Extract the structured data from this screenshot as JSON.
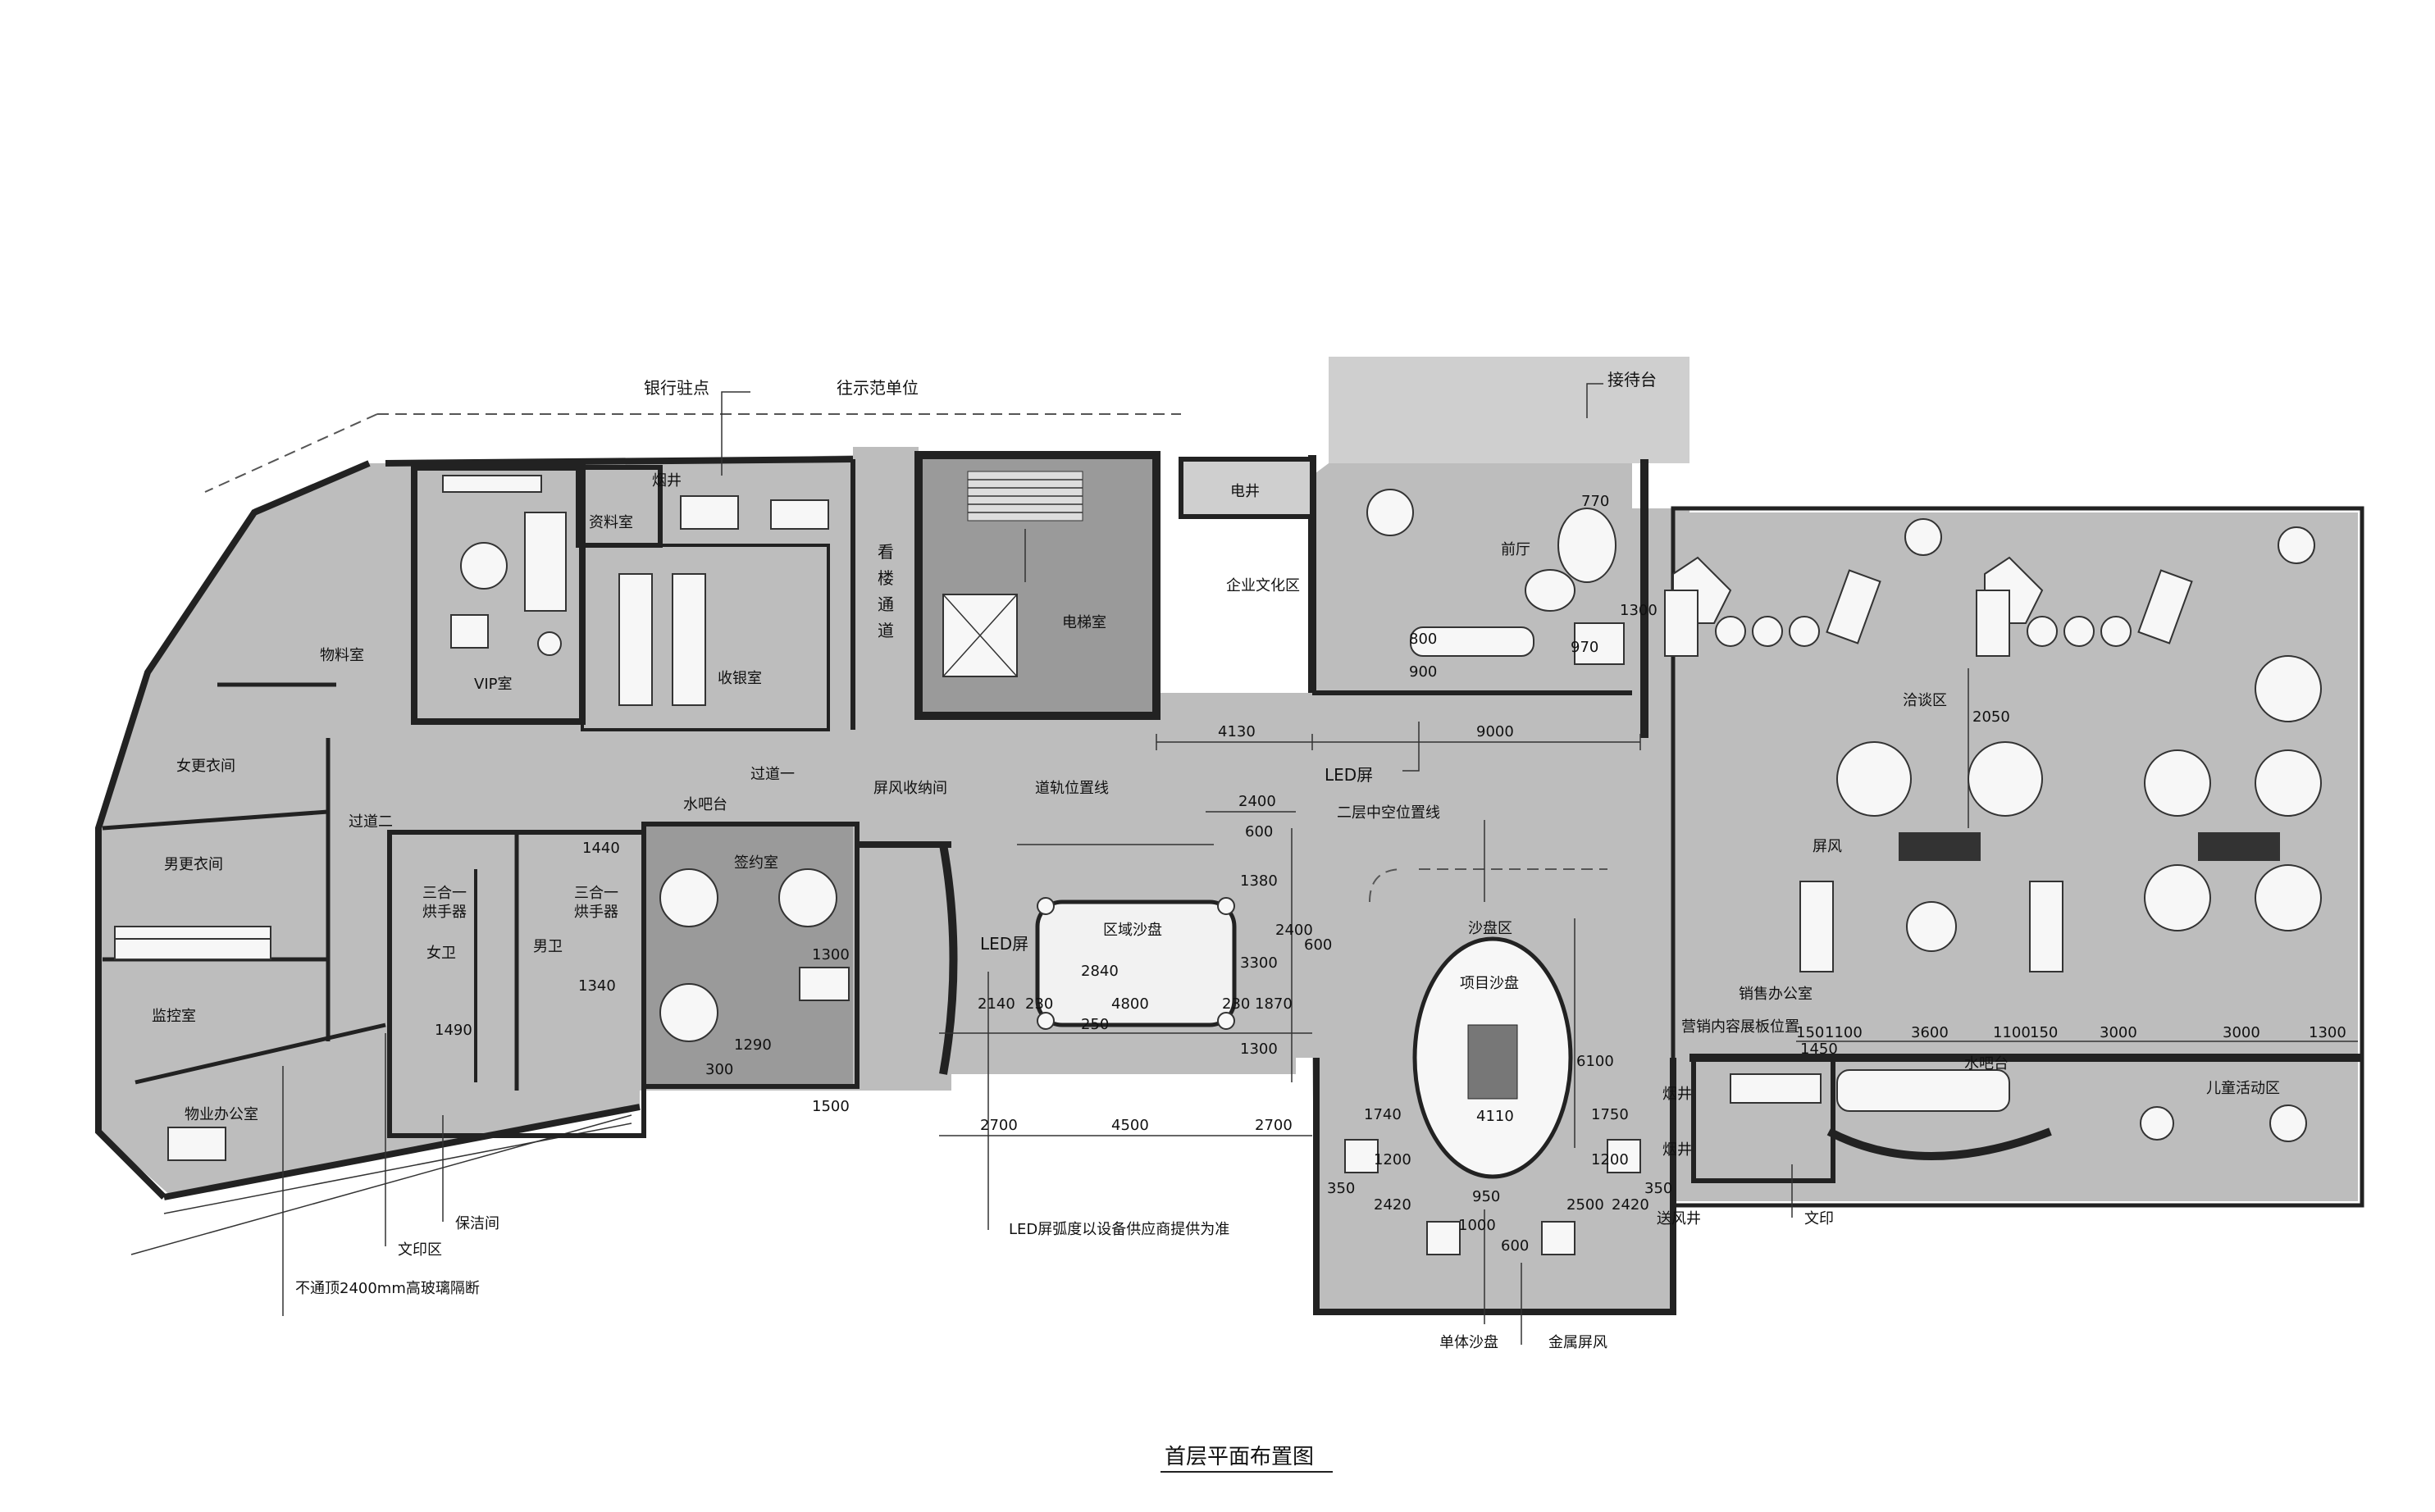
{
  "title": "首层平面布置图",
  "rooms": {
    "bank": "银行驻点",
    "to_model": "往示范单位",
    "reception_desk": "接待台",
    "yanjing": "烟井",
    "ziliao": "资料室",
    "vip": "VIP室",
    "shouyin": "收银室",
    "kanlou": "看",
    "kanlou2": "楼",
    "kanlou3": "通",
    "kanlou4": "道",
    "elevator_room": "电梯室",
    "dianjing": "电井",
    "culture": "企业文化区",
    "hall": "前厅",
    "wuliao": "物料室",
    "women_change": "女更衣间",
    "men_change": "男更衣间",
    "corridor1": "过道一",
    "corridor2": "过道二",
    "water_bar": "水吧台",
    "signing": "签约室",
    "dryer_l1": "三合一",
    "dryer_l2": "烘手器",
    "dryer_r1": "三合一",
    "dryer_r2": "烘手器",
    "female_wc": "女卫",
    "male_wc": "男卫",
    "monitor": "监控室",
    "property_office": "物业办公室",
    "print_area": "文印区",
    "cleaning": "保洁间",
    "glass_note": "不通顶2400mm高玻璃隔断",
    "screen_storage": "屏风收纳间",
    "rail_line": "道轨位置线",
    "led_screen_top": "LED屏",
    "atrium_line": "二层中空位置线",
    "region_model": "区域沙盘",
    "led_left": "LED屏",
    "led_note": "LED屏弧度以设备供应商提供为准",
    "sandtable_zone": "沙盘区",
    "project_model": "项目沙盘",
    "single_model": "单体沙盘",
    "metal_screen": "金属屏风",
    "negotiation": "洽谈区",
    "screen": "屏风",
    "sales_office": "销售办公室",
    "marketing_board": "营销内容展板位置",
    "yanjing2": "烟井",
    "yanjing3": "烟井",
    "bar2": "水吧台",
    "kids": "儿童活动区",
    "print2": "文印",
    "supply_air": "送风井"
  },
  "dims": {
    "d4130": "4130",
    "d9000": "9000",
    "d2400a": "2400",
    "d600a": "600",
    "d1380": "1380",
    "d2400b": "2400",
    "d3300": "3300",
    "d600b": "600",
    "d1300a": "1300",
    "d2840": "2840",
    "d4800": "4800",
    "d230a": "230",
    "d230b": "230",
    "d250": "250",
    "d2140": "2140",
    "d1870": "1870",
    "d2700a": "2700",
    "d4500": "4500",
    "d2700b": "2700",
    "d1500": "1500",
    "d1300b": "1300",
    "d1290": "1290",
    "d300": "300",
    "d1440": "1440",
    "d1340": "1340",
    "d1490": "1490",
    "d900": "900",
    "d800": "800",
    "d970": "970",
    "d1300c": "1300",
    "d770": "770",
    "d2050": "2050",
    "d6100": "6100",
    "d4110": "4110",
    "d1740": "1740",
    "d1750": "1750",
    "d1200a": "1200",
    "d1200b": "1200",
    "d2420a": "2420",
    "d2420b": "2420",
    "d950": "950",
    "d1000": "1000",
    "d600c": "600",
    "d2500": "2500",
    "d350a": "350",
    "d350b": "350",
    "d1450": "1450",
    "d150a": "150",
    "d1100a": "1100",
    "d3600": "3600",
    "d1100b": "1100",
    "d150b": "150",
    "d3000a": "3000",
    "d3000b": "3000",
    "d1300d": "1300"
  },
  "colors": {
    "floor": "#bdbdbd",
    "dark_floor": "#9a9a9a",
    "wall": "#222222",
    "furniture": "#f7f7f7"
  }
}
